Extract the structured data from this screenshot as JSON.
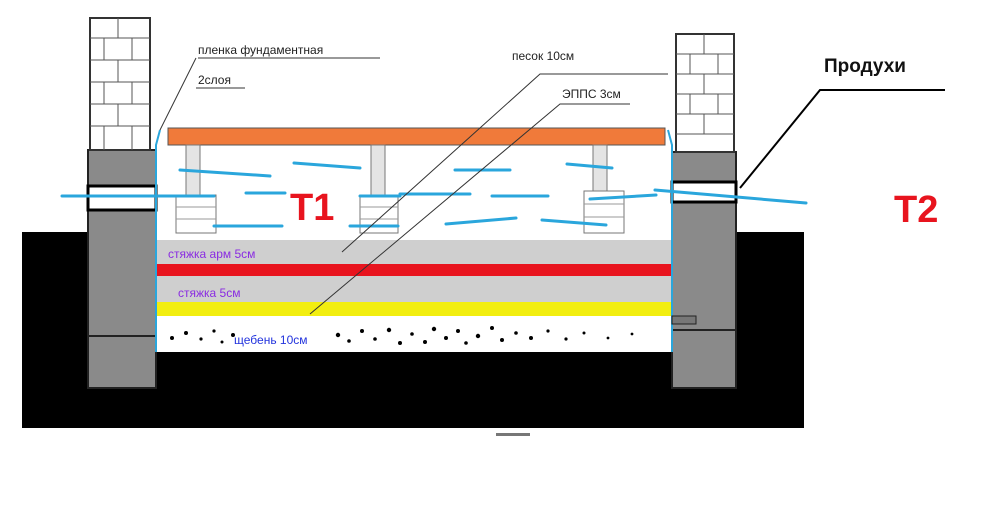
{
  "labels": {
    "film": "пленка фундаментная",
    "film_layers": "2слоя",
    "sand": "песок 10см",
    "eps": "ЭППС 3см",
    "vents": "Продухи",
    "screed_upper": "стяжка арм 5см",
    "screed_lower": "стяжка 5см",
    "gravel": "щебень 10см",
    "t1": "T1",
    "t2": "T2"
  },
  "colors": {
    "ground": "#000000",
    "plinth": "#888888",
    "brick": "#ffffff",
    "floor_board": "#f07a3a",
    "eps_layer": "#e8141e",
    "sand_layer": "#f2ee10",
    "screed_layer": "#cfcfcf",
    "airflow": "#2aa6dc",
    "temperature_text": "#e8141e",
    "screed_text": "#8a2be2",
    "gravel_text": "#2233dd",
    "film_line": "#2aa6dc"
  }
}
